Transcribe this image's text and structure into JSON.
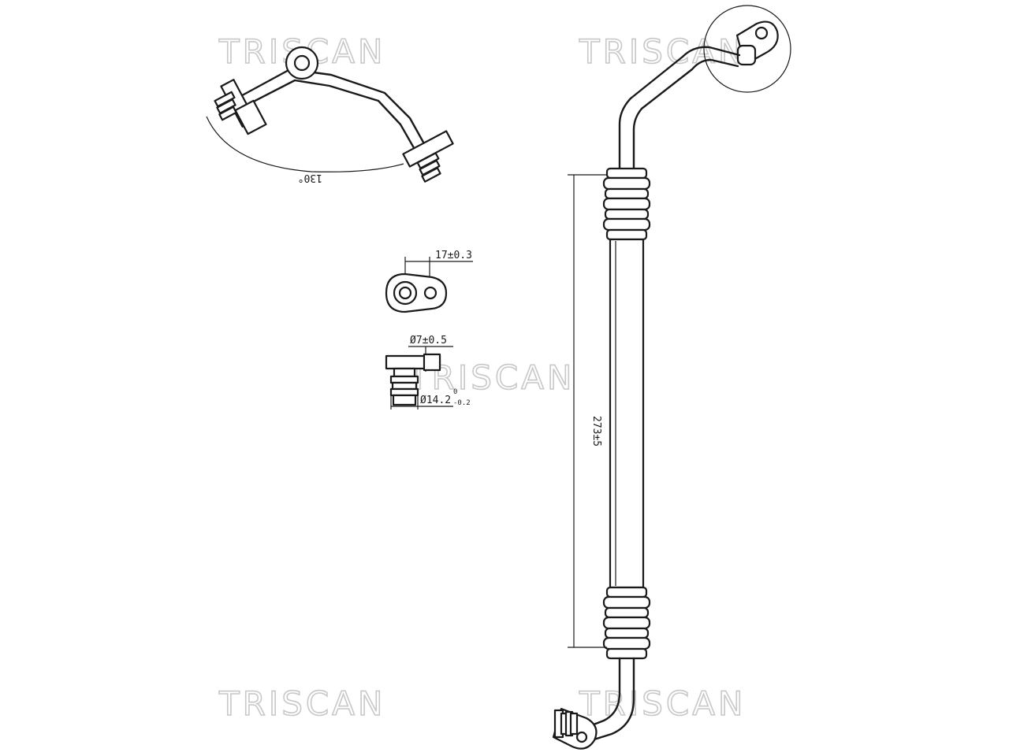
{
  "watermark": {
    "brand_text": "TRISCAN"
  },
  "dimensions": {
    "bend_angle": "130°",
    "flange_hole_spacing": "17±0.3",
    "bore_diameter": "Ø7±0.5",
    "fitting_diameter": "Ø14.2",
    "fitting_diameter_tolerance_upper": "0",
    "fitting_diameter_tolerance_lower": "-0.2",
    "pipe_length": "273±5"
  },
  "colors": {
    "line": "#1a1a1a",
    "watermark": "#c8c8c8",
    "background": "#ffffff"
  }
}
